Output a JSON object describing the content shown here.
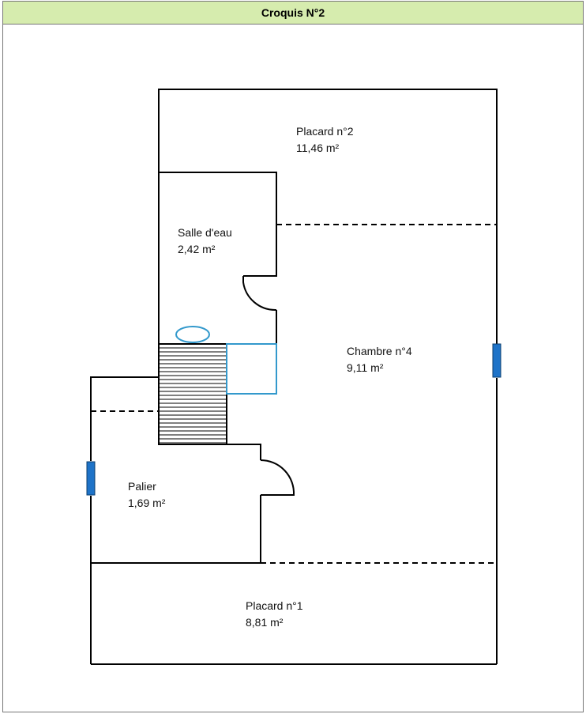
{
  "header": {
    "title": "Croquis N°2",
    "background": "#d6ecae"
  },
  "colors": {
    "wall": "#000000",
    "fixture": "#3399cc",
    "window": "#1e73c8"
  },
  "rooms": [
    {
      "name": "Placard n°2",
      "area": "11,46  m²"
    },
    {
      "name": "Salle d'eau",
      "area": "2,42  m²"
    },
    {
      "name": "Chambre n°4",
      "area": "9,11  m²"
    },
    {
      "name": "Palier",
      "area": "1,69  m²"
    },
    {
      "name": "Placard n°1",
      "area": "8,81  m²"
    }
  ]
}
